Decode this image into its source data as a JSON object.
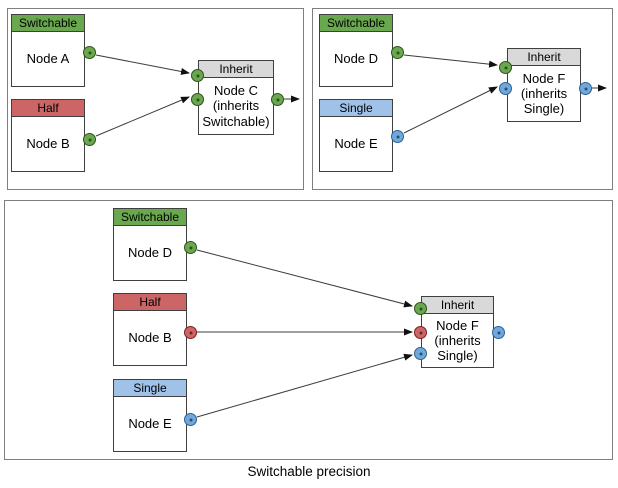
{
  "caption": "Switchable precision",
  "colors": {
    "switchable": {
      "fill": "#6aa84f",
      "border": "#2d521b"
    },
    "half": {
      "fill": "#cc6666",
      "border": "#7e1f1f"
    },
    "single": {
      "fill": "#a0c1e8",
      "border": "#44699d"
    },
    "single-port": {
      "fill": "#6fa8dc",
      "border": "#2f5f91"
    },
    "inherit": {
      "fill": "#d9d9d9",
      "border": "#595959"
    }
  },
  "panels": [
    {
      "name": "example-inherits-switchable",
      "nodes": [
        {
          "kind": "switchable",
          "header": "Switchable",
          "body": "Node A",
          "output_port": "switchable"
        },
        {
          "kind": "half",
          "header": "Half",
          "body": "Node B",
          "output_port": "switchable"
        },
        {
          "kind": "inherit",
          "header": "Inherit",
          "body": "Node C\n(inherits\nSwitchable)",
          "input_ports": [
            "switchable",
            "switchable"
          ],
          "output_port": "switchable"
        }
      ]
    },
    {
      "name": "example-inherits-single",
      "nodes": [
        {
          "kind": "switchable",
          "header": "Switchable",
          "body": "Node D",
          "output_port": "switchable"
        },
        {
          "kind": "single",
          "header": "Single",
          "body": "Node E",
          "output_port": "single"
        },
        {
          "kind": "inherit",
          "header": "Inherit",
          "body": "Node F\n(inherits\nSingle)",
          "input_ports": [
            "switchable",
            "single"
          ],
          "output_port": "single"
        }
      ]
    },
    {
      "name": "example-combined",
      "nodes": [
        {
          "kind": "switchable",
          "header": "Switchable",
          "body": "Node D",
          "output_port": "switchable"
        },
        {
          "kind": "half",
          "header": "Half",
          "body": "Node B",
          "output_port": "half"
        },
        {
          "kind": "single",
          "header": "Single",
          "body": "Node E",
          "output_port": "single"
        },
        {
          "kind": "inherit",
          "header": "Inherit",
          "body": "Node F\n(inherits\nSingle)",
          "input_ports": [
            "switchable",
            "half",
            "single"
          ],
          "output_port": "single"
        }
      ]
    }
  ]
}
